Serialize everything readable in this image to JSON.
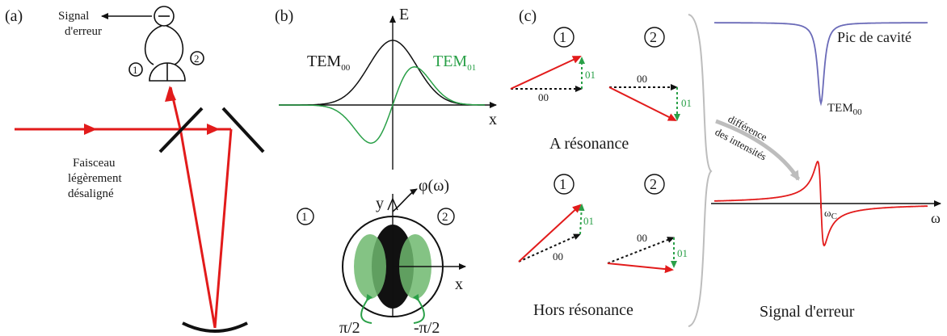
{
  "panel_a": {
    "label": "(a)",
    "signal_line1": "Signal",
    "signal_line2": "d'erreur",
    "detector_1": "1",
    "detector_2": "2",
    "beam_line1": "Faisceau",
    "beam_line2": "légèrement",
    "beam_line3": "désaligné"
  },
  "panel_b": {
    "label": "(b)",
    "axis_e": "E",
    "axis_x": "x",
    "tem00_main": "TEM",
    "tem00_sub": "00",
    "tem01_main": "TEM",
    "tem01_sub": "01",
    "axis_y2": "y",
    "axis_x2": "x",
    "phi_label": "φ(ω)",
    "quad_1": "1",
    "quad_2": "2",
    "phase_left": "π/2",
    "phase_right": "-π/2"
  },
  "panel_c": {
    "label": "(c)",
    "num_1": "1",
    "num_2": "2",
    "vec_00": "00",
    "vec_01": "01",
    "resonance": "A résonance",
    "off_resonance": "Hors résonance",
    "cavity_peak": "Pic de cavité",
    "tem00_main": "TEM",
    "tem00_sub": "00",
    "diff_line1": "différence",
    "diff_line2": "des intensités",
    "omega_c_main": "ω",
    "omega_c_sub": "C",
    "omega": "ω",
    "error_signal": "Signal d'erreur"
  },
  "colors": {
    "beam_red": "#e21b1b",
    "tem01_green": "#2aa048",
    "cavity_blue": "#6b6bb8",
    "lobe_green": "#6fb86f"
  }
}
